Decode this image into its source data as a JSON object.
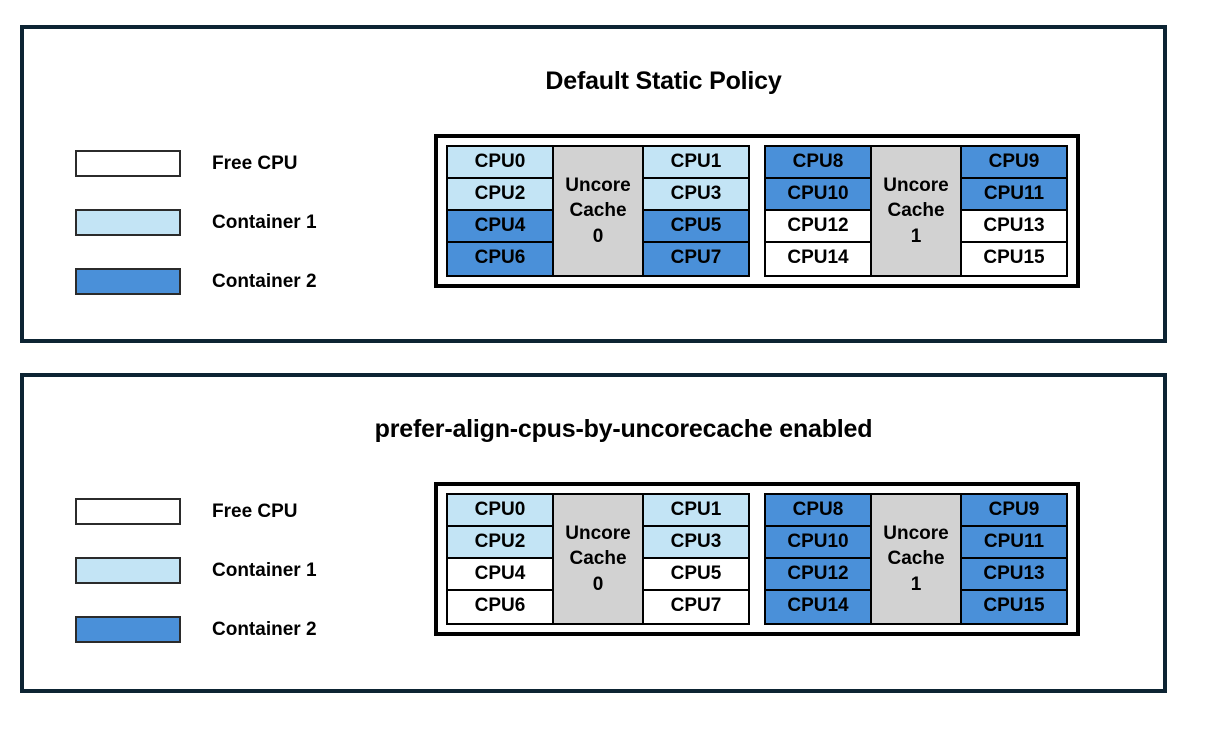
{
  "colors": {
    "panel_border": "#0d2433",
    "free_cpu": "#ffffff",
    "container_1": "#c3e4f5",
    "container_2": "#4a90d9",
    "uncore_cache": "#d2d2d2",
    "text": "#000000"
  },
  "panels": [
    {
      "title": "Default Static Policy",
      "legend": [
        {
          "label": "Free CPU",
          "swatch": "free"
        },
        {
          "label": "Container 1",
          "swatch": "c1"
        },
        {
          "label": "Container 2",
          "swatch": "c2"
        }
      ],
      "groups": [
        {
          "cache_line1": "Uncore",
          "cache_line2": "Cache",
          "cache_id": "0",
          "left_column": [
            {
              "label": "CPU0",
              "state": "c1"
            },
            {
              "label": "CPU2",
              "state": "c1"
            },
            {
              "label": "CPU4",
              "state": "c2"
            },
            {
              "label": "CPU6",
              "state": "c2"
            }
          ],
          "right_column": [
            {
              "label": "CPU1",
              "state": "c1"
            },
            {
              "label": "CPU3",
              "state": "c1"
            },
            {
              "label": "CPU5",
              "state": "c2"
            },
            {
              "label": "CPU7",
              "state": "c2"
            }
          ]
        },
        {
          "cache_line1": "Uncore",
          "cache_line2": "Cache",
          "cache_id": "1",
          "left_column": [
            {
              "label": "CPU8",
              "state": "c2"
            },
            {
              "label": "CPU10",
              "state": "c2"
            },
            {
              "label": "CPU12",
              "state": "free"
            },
            {
              "label": "CPU14",
              "state": "free"
            }
          ],
          "right_column": [
            {
              "label": "CPU9",
              "state": "c2"
            },
            {
              "label": "CPU11",
              "state": "c2"
            },
            {
              "label": "CPU13",
              "state": "free"
            },
            {
              "label": "CPU15",
              "state": "free"
            }
          ]
        }
      ]
    },
    {
      "title": "prefer-align-cpus-by-uncorecache enabled",
      "legend": [
        {
          "label": "Free CPU",
          "swatch": "free"
        },
        {
          "label": "Container 1",
          "swatch": "c1"
        },
        {
          "label": "Container 2",
          "swatch": "c2"
        }
      ],
      "groups": [
        {
          "cache_line1": "Uncore",
          "cache_line2": "Cache",
          "cache_id": "0",
          "left_column": [
            {
              "label": "CPU0",
              "state": "c1"
            },
            {
              "label": "CPU2",
              "state": "c1"
            },
            {
              "label": "CPU4",
              "state": "free"
            },
            {
              "label": "CPU6",
              "state": "free"
            }
          ],
          "right_column": [
            {
              "label": "CPU1",
              "state": "c1"
            },
            {
              "label": "CPU3",
              "state": "c1"
            },
            {
              "label": "CPU5",
              "state": "free"
            },
            {
              "label": "CPU7",
              "state": "free"
            }
          ]
        },
        {
          "cache_line1": "Uncore",
          "cache_line2": "Cache",
          "cache_id": "1",
          "left_column": [
            {
              "label": "CPU8",
              "state": "c2"
            },
            {
              "label": "CPU10",
              "state": "c2"
            },
            {
              "label": "CPU12",
              "state": "c2"
            },
            {
              "label": "CPU14",
              "state": "c2"
            }
          ],
          "right_column": [
            {
              "label": "CPU9",
              "state": "c2"
            },
            {
              "label": "CPU11",
              "state": "c2"
            },
            {
              "label": "CPU13",
              "state": "c2"
            },
            {
              "label": "CPU15",
              "state": "c2"
            }
          ]
        }
      ]
    }
  ]
}
